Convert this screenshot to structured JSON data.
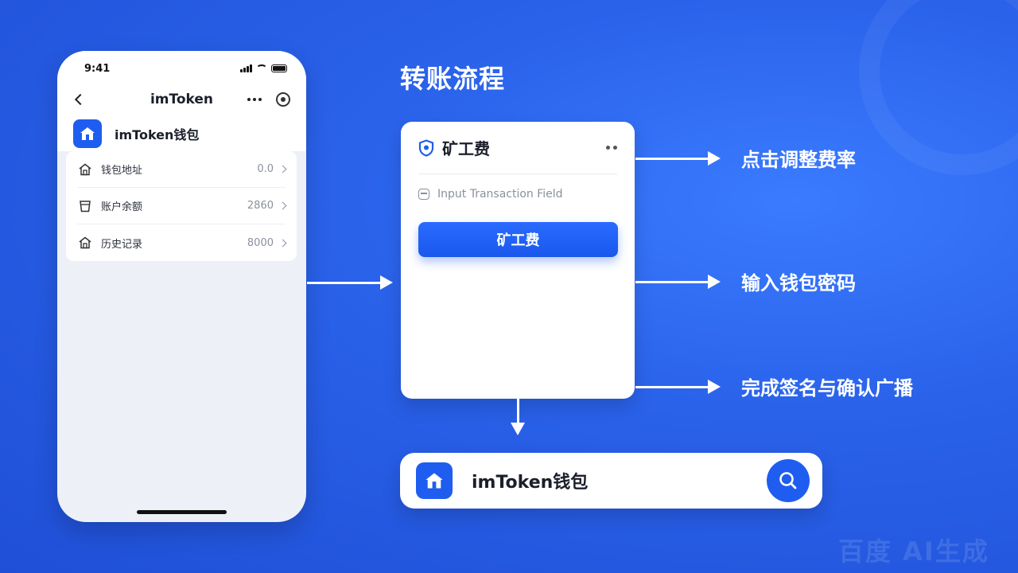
{
  "phone": {
    "status_time": "9:41",
    "nav_title": "imToken",
    "wallet_name": "imToken钱包",
    "list_items": [
      {
        "icon": "home-icon",
        "label": "钱包地址",
        "value": "0.0"
      },
      {
        "icon": "cup-icon",
        "label": "账户余额",
        "value": "2860"
      },
      {
        "icon": "home-icon",
        "label": "历史记录",
        "value": "8000"
      }
    ]
  },
  "title": "转账流程",
  "fee_card": {
    "title": "矿工费",
    "input_placeholder": "Input Transaction Field",
    "button_label": "矿工费"
  },
  "steps": [
    "点击调整费率",
    "输入钱包密码",
    "完成签名与确认广播"
  ],
  "search_bar": {
    "text": "imToken钱包"
  },
  "watermark": "百度 AI生成",
  "colors": {
    "background": "#2a62ea",
    "accent": "#1f5df0",
    "card": "#ffffff"
  }
}
